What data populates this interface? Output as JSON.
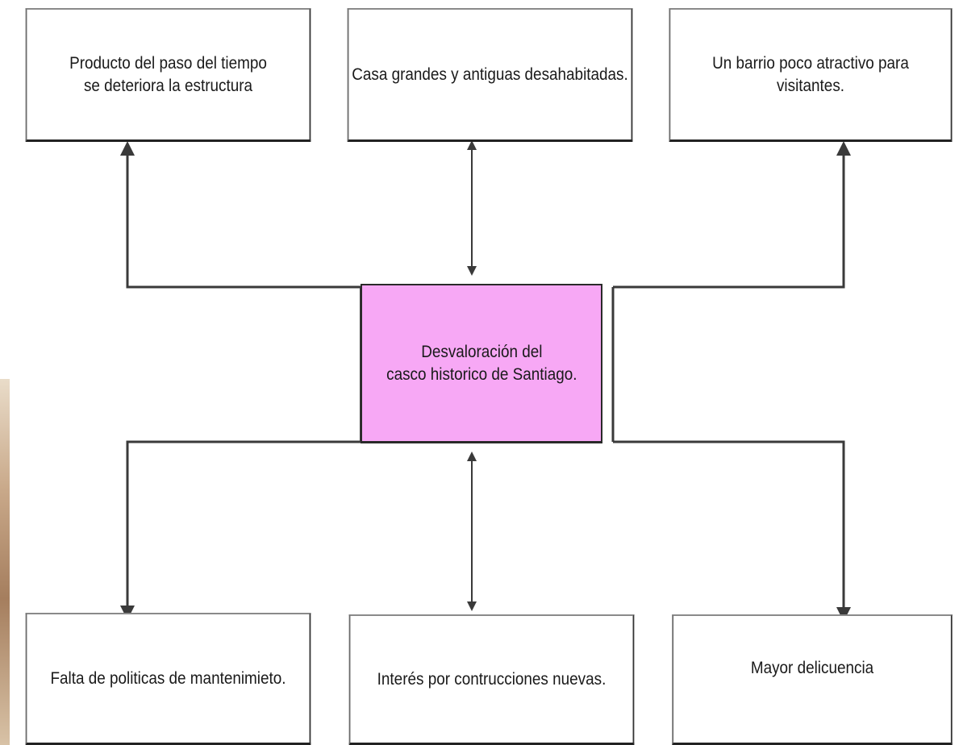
{
  "diagram": {
    "center": {
      "text": "Desvaloración del\ncasco historico de Santiago.",
      "fill": "#f7a8f5"
    },
    "effects": [
      {
        "text": "Producto del paso del tiempo\nse deteriora la estructura"
      },
      {
        "text": "Casa grandes y antiguas desahabitadas."
      },
      {
        "text": "Un barrio poco atractivo para\nvisitantes."
      }
    ],
    "causes": [
      {
        "text": "Falta de politicas de mantenimieto."
      },
      {
        "text": "Interés por contrucciones nuevas."
      },
      {
        "text": "Mayor delicuencia"
      }
    ],
    "line_color": "#3a3a3a"
  }
}
